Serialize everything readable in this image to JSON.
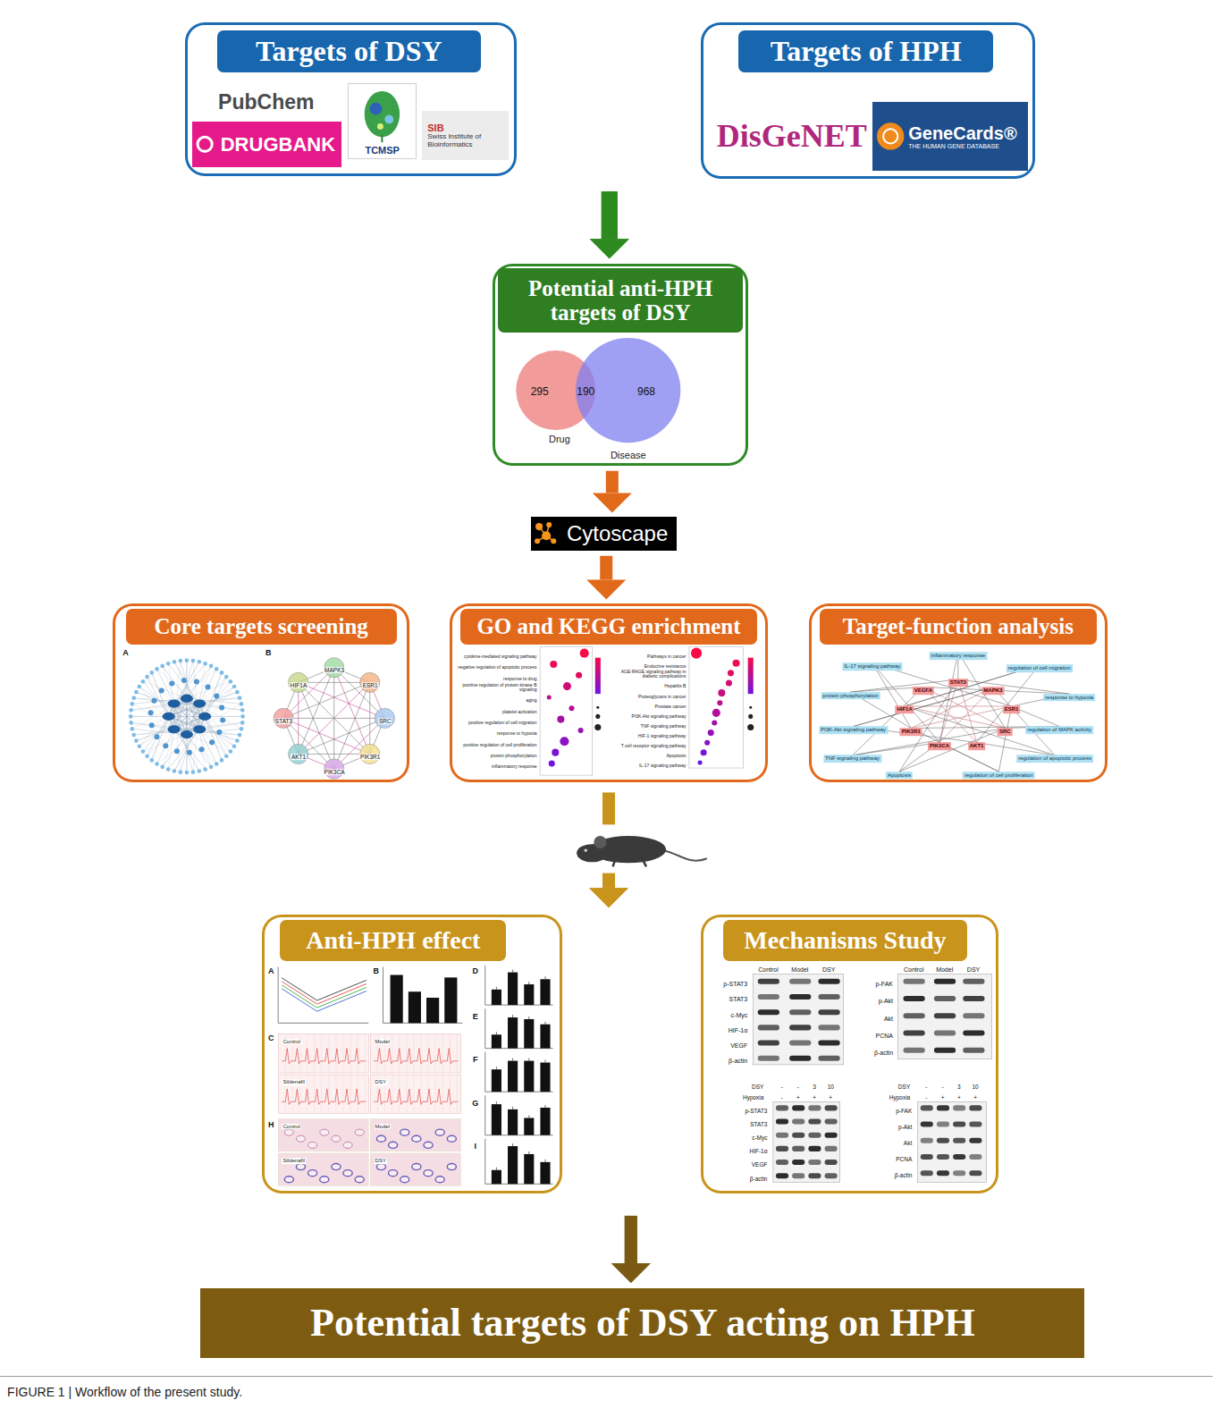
{
  "diagram": {
    "caption": "FIGURE 1 | Workflow of the present study.",
    "nodes": [
      {
        "text": [
          "Targets of DSY"
        ]
      },
      {
        "text": [
          "PubChem"
        ],
        "in": 0
      },
      {
        "text": [
          "DRUGBANK"
        ],
        "in": 0
      },
      {
        "text": [
          "TCMSP"
        ],
        "in": 0
      },
      {
        "text": [
          "SIB",
          "Swiss Institute of Bioinformatics"
        ],
        "in": 0
      },
      {
        "text": [
          "Targets of HPH"
        ]
      },
      {
        "text": [
          "DisGeNET"
        ],
        "in": 5
      },
      {
        "text": [
          "GeneCards®",
          "THE HUMAN GENE DATABASE"
        ],
        "in": 5
      },
      {
        "text": [
          "Potential anti-HPH targets of DSY"
        ]
      },
      {
        "text": [
          "Cytoscape"
        ]
      },
      {
        "text": [
          "Core targets screening"
        ]
      },
      {
        "text": [
          "GO and KEGG enrichment"
        ]
      },
      {
        "text": [
          "Target-function analysis"
        ]
      },
      {
        "text": [
          "Anti-HPH effect"
        ]
      },
      {
        "text": [
          "Mechanisms Study"
        ]
      },
      {
        "text": [
          "Potential targets of DSY acting on HPH"
        ]
      }
    ],
    "edges": [
      {
        "from": 0,
        "to": 8,
        "arrow": "to"
      },
      {
        "from": 5,
        "to": 8,
        "arrow": "to"
      },
      {
        "from": 8,
        "to": 9,
        "arrow": "to"
      },
      {
        "from": 9,
        "to": 11,
        "arrow": "to"
      },
      {
        "from": 11,
        "to": 13,
        "arrow": "to"
      },
      {
        "from": 11,
        "to": 14,
        "arrow": "to"
      },
      {
        "from": 13,
        "to": 15,
        "arrow": "to"
      },
      {
        "from": 14,
        "to": 15,
        "arrow": "to"
      }
    ],
    "labels": [
      "295",
      "190",
      "968",
      "Drug",
      "Disease",
      "A",
      "B",
      "MAPK3",
      "ESR1",
      "SRC",
      "PIK3R1",
      "PIK3CA",
      "AKT1",
      "STAT3",
      "HIF1A",
      "cytokine-mediated signaling pathway",
      "negative regulation of apoptotic process",
      "response to drug",
      "positive regulation of protein kinase B signaling",
      "aging",
      "platelet activation",
      "positive regulation of cell migration",
      "response to hypoxia",
      "positive regulation of cell proliferation",
      "protein phosphorylation",
      "inflammatory response",
      "Pathways in cancer",
      "Endocrine resistance",
      "AGE-RAGE signaling pathway in diabetic complications",
      "Hepatitis B",
      "Proteoglycans in cancer",
      "Prostate cancer",
      "PI3K-Akt signaling pathway",
      "TNF signaling pathway",
      "HIF-1 signaling pathway",
      "T cell receptor signaling pathway",
      "Apoptosis",
      "IL-17 signaling pathway",
      "inflammatory response",
      "IL-17 signaling pathway",
      "regulation of cell migration",
      "protein phosphorylation",
      "response to hypoxia",
      "PI3K-Akt signaling pathway",
      "regulation of MAPK activity",
      "TNF signaling pathway",
      "regulation of apoptotic process",
      "Apoptosis",
      "regulation of cell proliferation",
      "STAT3",
      "MAPK3",
      "ESR1",
      "SRC",
      "AKT1",
      "PIK3CA",
      "PIK3R1",
      "HIF1A",
      "VEGFA",
      "A",
      "B",
      "C",
      "D",
      "E",
      "F",
      "G",
      "H",
      "I",
      "Control",
      "Model",
      "Sildenafil",
      "DSY",
      "Control",
      "Model",
      "Sildenafil",
      "DSY",
      "Control",
      "Model",
      "DSY",
      "p-STAT3",
      "STAT3",
      "c-Myc",
      "HIF-1α",
      "VEGF",
      "β-actin",
      "Control",
      "Model",
      "DSY",
      "p-FAK",
      "p-Akt",
      "Akt",
      "PCNA",
      "β-actin",
      "DSY",
      "-",
      "-",
      "3",
      "10",
      "Hypoxia",
      "-",
      "+",
      "+",
      "+",
      "p-STAT3",
      "STAT3",
      "c-Myc",
      "HIF-1α",
      "VEGF",
      "β-actin",
      "DSY",
      "-",
      "-",
      "3",
      "10",
      "Hypoxia",
      "-",
      "+",
      "+",
      "+",
      "p-FAK",
      "p-Akt",
      "Akt",
      "PCNA",
      "β-actin"
    ]
  }
}
